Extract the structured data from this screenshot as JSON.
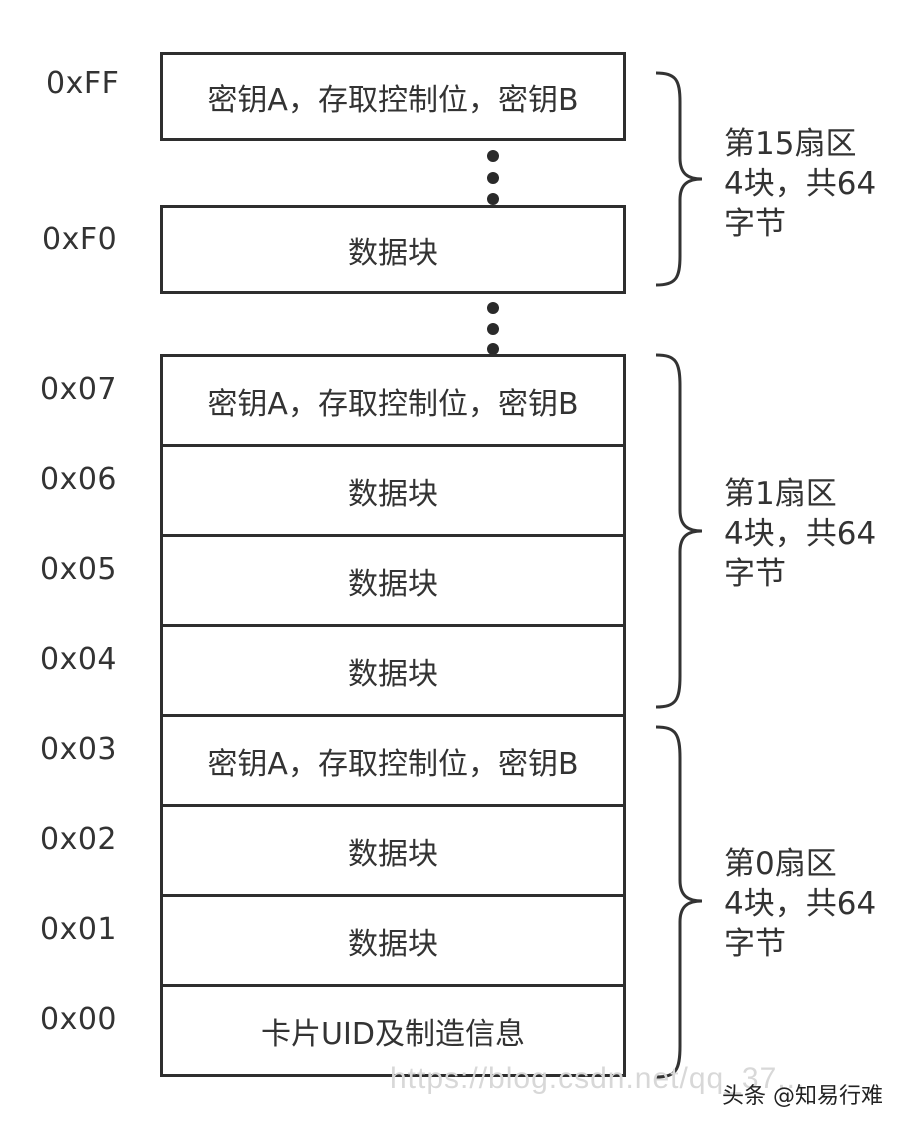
{
  "blocks": {
    "b_ff": {
      "addr": "0xFF",
      "label": "密钥A，存取控制位，密钥B"
    },
    "b_f0": {
      "addr": "0xF0",
      "label": "数据块"
    },
    "b_07": {
      "addr": "0x07",
      "label": "密钥A，存取控制位，密钥B"
    },
    "b_06": {
      "addr": "0x06",
      "label": "数据块"
    },
    "b_05": {
      "addr": "0x05",
      "label": "数据块"
    },
    "b_04": {
      "addr": "0x04",
      "label": "数据块"
    },
    "b_03": {
      "addr": "0x03",
      "label": "密钥A，存取控制位，密钥B"
    },
    "b_02": {
      "addr": "0x02",
      "label": "数据块"
    },
    "b_01": {
      "addr": "0x01",
      "label": "数据块"
    },
    "b_00": {
      "addr": "0x00",
      "label": "卡片UID及制造信息"
    }
  },
  "sectors": {
    "s15": {
      "line1": "第15扇区",
      "line2": "4块，共64",
      "line3": "字节"
    },
    "s1": {
      "line1": "第1扇区",
      "line2": "4块，共64",
      "line3": "字节"
    },
    "s0": {
      "line1": "第0扇区",
      "line2": "4块，共64",
      "line3": "字节"
    }
  },
  "watermark": "https://blog.csdn.net/qq_37... ",
  "credit": "头条 @知易行难"
}
